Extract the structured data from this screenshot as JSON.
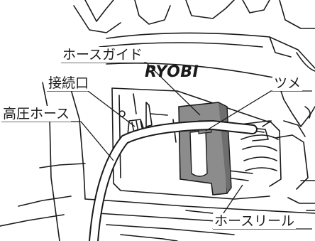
{
  "brand": {
    "logo_text": "RYOBI"
  },
  "callouts": {
    "hose_guide": "ホースガイド",
    "connection_port": "接続口",
    "high_pressure_hose": "高圧ホース",
    "claw": "ツメ",
    "hose_reel": "ホースリール"
  },
  "colors": {
    "line_art": "#1a1a1a",
    "hose_guide_fill": "#8c8c8c",
    "background": "#ffffff"
  }
}
